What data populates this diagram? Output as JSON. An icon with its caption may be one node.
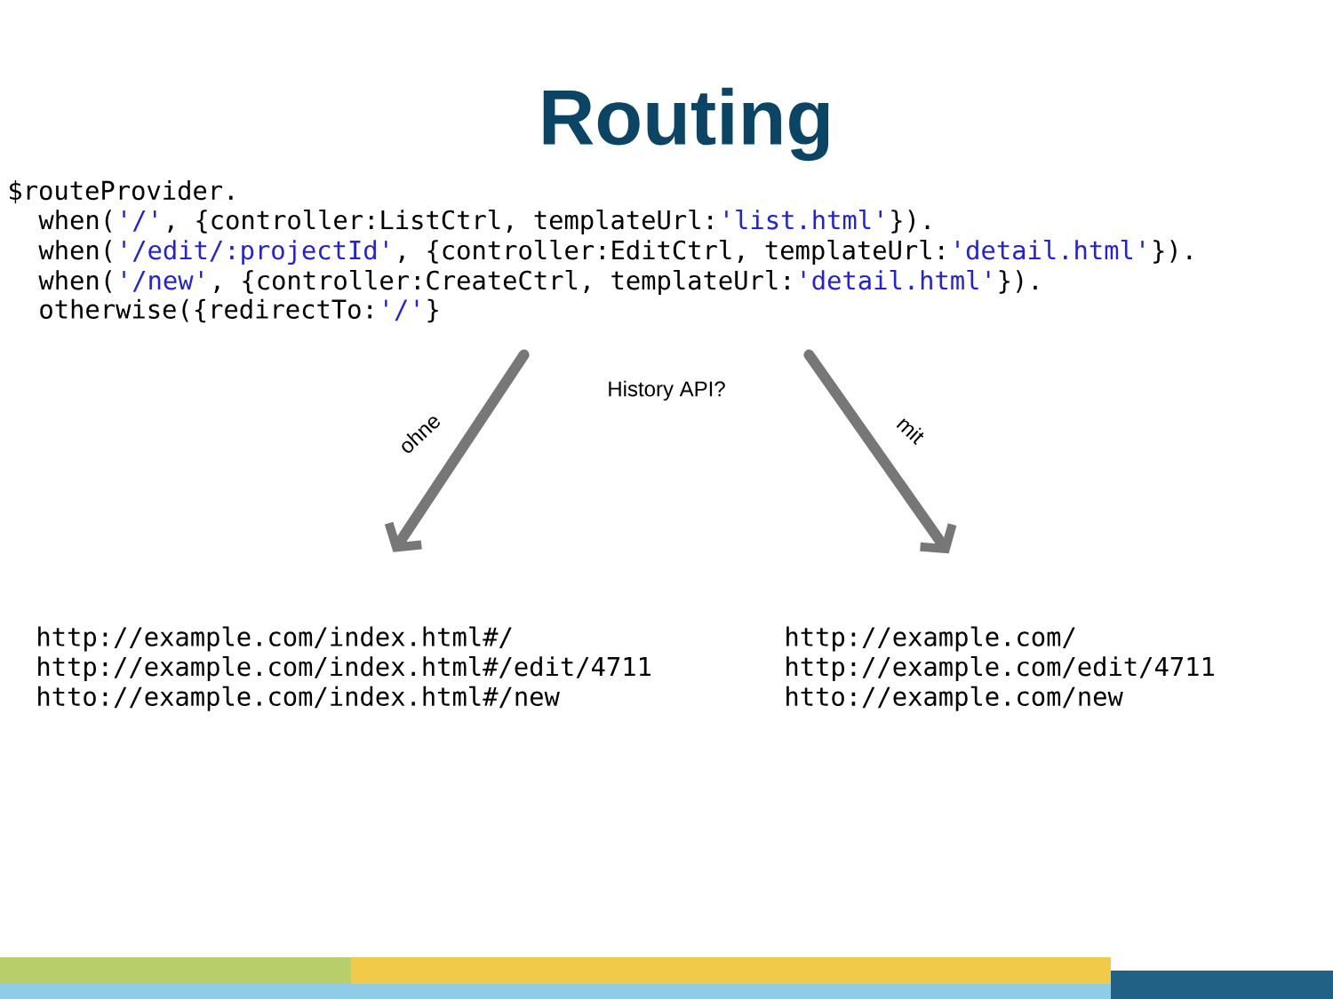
{
  "diagram": {
    "title": "Routing",
    "nodes": [
      {
        "text": [
          "History API?"
        ]
      },
      {
        "text": [
          "http://example.com/index.html#/",
          "http://example.com/index.html#/edit/4711",
          "htto://example.com/index.html#/new"
        ]
      },
      {
        "text": [
          "http://example.com/",
          "http://example.com/edit/4711",
          "htto://example.com/new"
        ]
      }
    ],
    "edges": [
      {
        "from": 0,
        "to": 1,
        "arrow": "to",
        "label": "ohne"
      },
      {
        "from": 0,
        "to": 2,
        "arrow": "to",
        "label": "mit"
      }
    ],
    "labels": [
      "$routeProvider.",
      "when(",
      "'/'",
      ", {controller:ListCtrl, templateUrl:",
      "'list.html'",
      "}).",
      "when(",
      "'/edit/:projectId'",
      ", {controller:EditCtrl, templateUrl:",
      "'detail.html'",
      "}).",
      "when(",
      "'/new'",
      ", {controller:CreateCtrl, templateUrl:",
      "'detail.html'",
      "}).",
      "otherwise({redirectTo:",
      "'/'",
      "}"
    ]
  }
}
